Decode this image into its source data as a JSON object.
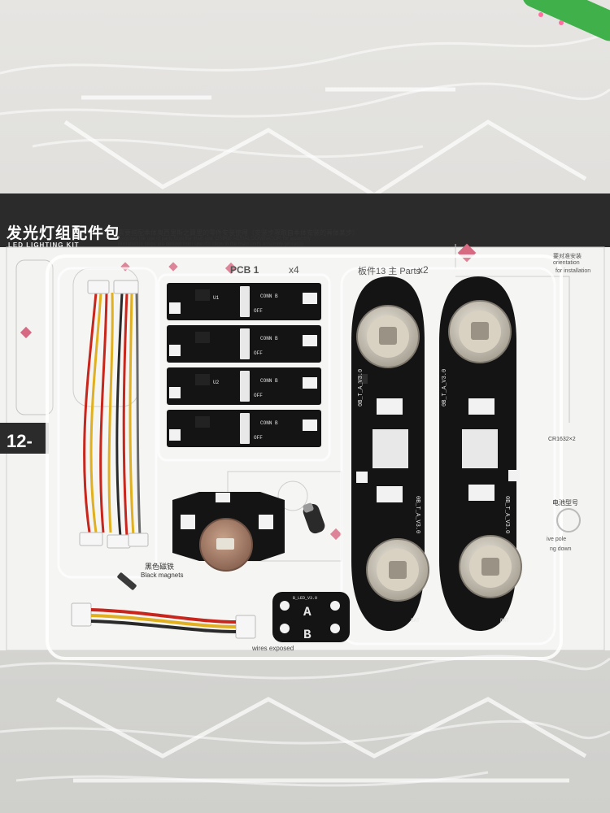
{
  "manual": {
    "title_zh": "发光灯组配件包",
    "title_en": "LED LIGHTING KIT",
    "note_zh": "需要搭配本体奥西里斯之翼里的零件安装使用（安装步骤取自本体安装的具体某步）",
    "note_en_1": "Requires the use of parts from the main unit 'OSIRIS AERIAL DOMINATOR' for assembly",
    "note_en_2": "(Installation steps are derived from specific steps in the main unit's assembly process)",
    "step_number": "12-",
    "pcb1_label": "PCB 1",
    "pcb1_qty": "x4",
    "pcb2_label": "板件13  主 Parts",
    "pcb2_qty": "x2",
    "magnet_zh": "黑色磁铁",
    "magnet_en": "Black magnets",
    "wires_exposed": "wires exposed",
    "battery_zh": "电池型号",
    "battery_code": "CR1632×2",
    "right_note_1": "要对准安装",
    "right_note_2": "orientation",
    "right_note_3": "for installation",
    "right_note_4": "ive pole",
    "right_note_5": "ng down"
  },
  "pcb_silkscreen": {
    "switch_a": "A",
    "switch_b": "B",
    "off": "OFF",
    "u1": "U1",
    "u2": "U2",
    "conn_b": "CONN B",
    "bat": "BAT",
    "board_id": "0B_T_A_V3.0",
    "small_board_id": "B_LED_V3.0",
    "small_board_a": "A",
    "small_board_b": "B"
  },
  "colors": {
    "background_dark": "#2b2b2b",
    "pcb_black": "#141414",
    "battery_holder": "#c9c3b6",
    "pink_marker": "#d66a82",
    "wire_red": "#c8261c",
    "wire_yellow": "#e0b020",
    "wire_black": "#2a2a2a",
    "marker_green": "#3fb04a"
  }
}
